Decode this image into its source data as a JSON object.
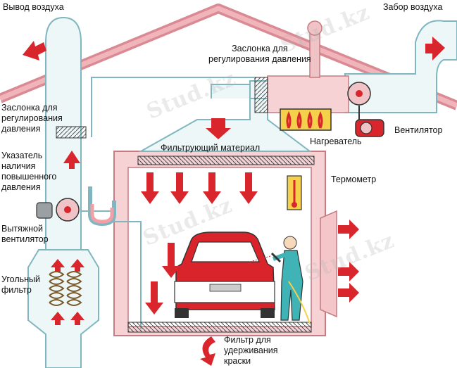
{
  "labels": {
    "air_out": "Вывод воздуха",
    "air_in": "Забор воздуха",
    "damper_top": "Заслонка для\nрегулирования давления",
    "damper_left": "Заслонка для\nрегулирования\nдавления",
    "filter_material": "Фильтрующий материал",
    "heater": "Нагреватель",
    "fan": "Вентилятор",
    "pressure_indicator": "Указатель\nналичия\nповышенного\nдавления",
    "thermometer": "Термометр",
    "exhaust_fan": "Вытяжной\nвентилятор",
    "carbon_filter": "Угольный\nфильтр",
    "paint_filter": "Фильтр для\nудерживания\nкраски"
  },
  "watermark": "Stud.kz",
  "colors": {
    "duct": "#eef7f8",
    "duct_stroke": "#7fb6c0",
    "arrow_red": "#d8262c",
    "roof": "#d98a92",
    "room_wall": "#f4c6c9",
    "car_red": "#d9242b",
    "heater_yellow": "#f5d04a",
    "painter_teal": "#3fb3b5"
  }
}
